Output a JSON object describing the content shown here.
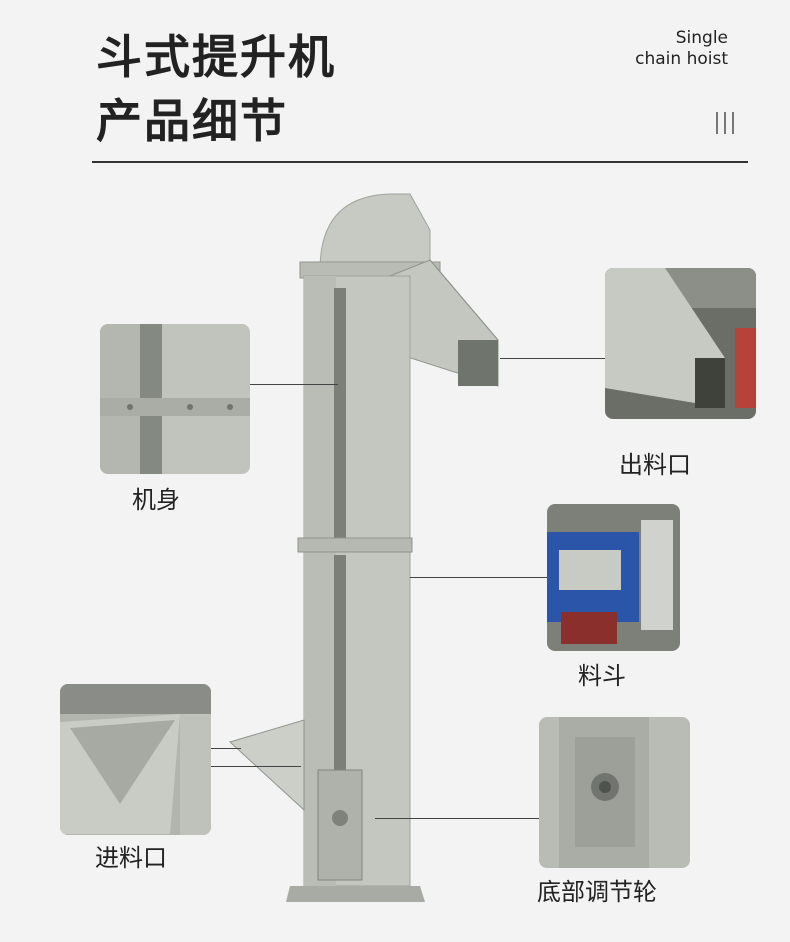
{
  "header": {
    "title_line1": "斗式提升机",
    "title_line2": "产品细节",
    "en_line1": "Single",
    "en_line2": "chain hoist",
    "decor_icon": "triple-bar-icon"
  },
  "callouts": [
    {
      "id": "body",
      "label": "机身",
      "icon": "machine-body-photo"
    },
    {
      "id": "outlet",
      "label": "出料口",
      "icon": "discharge-outlet-photo"
    },
    {
      "id": "bucket",
      "label": "料斗",
      "icon": "bucket-photo"
    },
    {
      "id": "inlet",
      "label": "进料口",
      "icon": "feed-inlet-photo"
    },
    {
      "id": "wheel",
      "label": "底部调节轮",
      "icon": "bottom-adjust-wheel-photo"
    }
  ],
  "colors": {
    "background": "#f3f3f3",
    "machine": "#c3c7bf",
    "machine_dark": "#9ea39b",
    "blue_frame": "#2a55a8",
    "text": "#222222"
  }
}
